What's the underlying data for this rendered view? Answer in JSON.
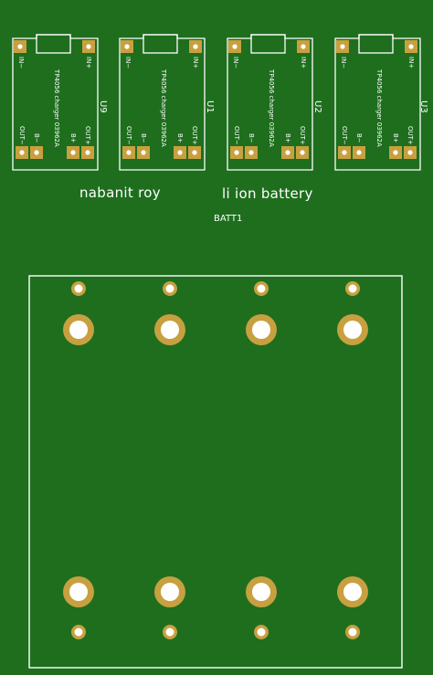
{
  "board": {
    "background": "#1e6e1e",
    "silkscreen_color": "#ffffff",
    "pad_color": "#c8a040",
    "hole_color": "#ffffff"
  },
  "modules": [
    {
      "ref": "U9",
      "chip_label": "TP4056 charger 03962A",
      "pins": {
        "in_minus": "IN−",
        "in_plus": "IN+",
        "out_minus": "OUT−",
        "b_minus": "B−",
        "b_plus": "B+",
        "out_plus": "OUT+"
      }
    },
    {
      "ref": "U1",
      "chip_label": "TP4056 charger 03962A",
      "pins": {
        "in_minus": "IN−",
        "in_plus": "IN+",
        "out_minus": "OUT−",
        "b_minus": "B−",
        "b_plus": "B+",
        "out_plus": "OUT+"
      }
    },
    {
      "ref": "U2",
      "chip_label": "TP4056 charger 03962A",
      "pins": {
        "in_minus": "IN−",
        "in_plus": "IN+",
        "out_minus": "OUT−",
        "b_minus": "B−",
        "b_plus": "B+",
        "out_plus": "OUT+"
      }
    },
    {
      "ref": "U3",
      "chip_label": "TP4056 charger 03962A",
      "pins": {
        "in_minus": "IN−",
        "in_plus": "IN+",
        "out_minus": "OUT−",
        "b_minus": "B−",
        "b_plus": "B+",
        "out_plus": "OUT+"
      }
    }
  ],
  "labels": {
    "author": "nabanit roy",
    "title": "li ion battery",
    "battery_ref": "BATT1"
  }
}
